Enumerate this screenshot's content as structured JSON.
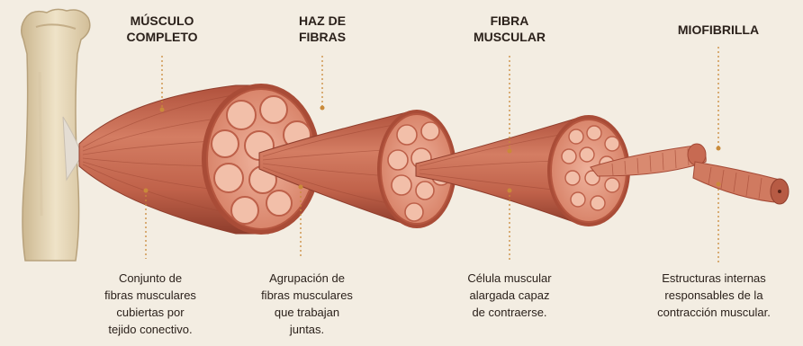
{
  "labels": [
    {
      "title": "MÚSCULO\nCOMPLETO",
      "description": "Conjunto de\nfibras musculares\ncubiertas por\ntejido conectivo."
    },
    {
      "title": "HAZ DE\nFIBRAS",
      "description": "Agrupación de\nfibras musculares\nque trabajan\njuntas."
    },
    {
      "title": "FIBRA\nMUSCULAR",
      "description": "Célula muscular\nalargada capaz\nde contraerse."
    },
    {
      "title": "MIOFIBRILLA",
      "description": "Estructuras internas\nresponsables de la\ncontracción muscular."
    }
  ],
  "colors": {
    "background": "#f3ede2",
    "muscle": "#c96a52",
    "muscle_dark": "#a54a36",
    "cross_section": "#e9a48e",
    "bone": "#e9dcc0",
    "tendon": "#e4ddd3",
    "leader_line": "#c98a3a"
  }
}
